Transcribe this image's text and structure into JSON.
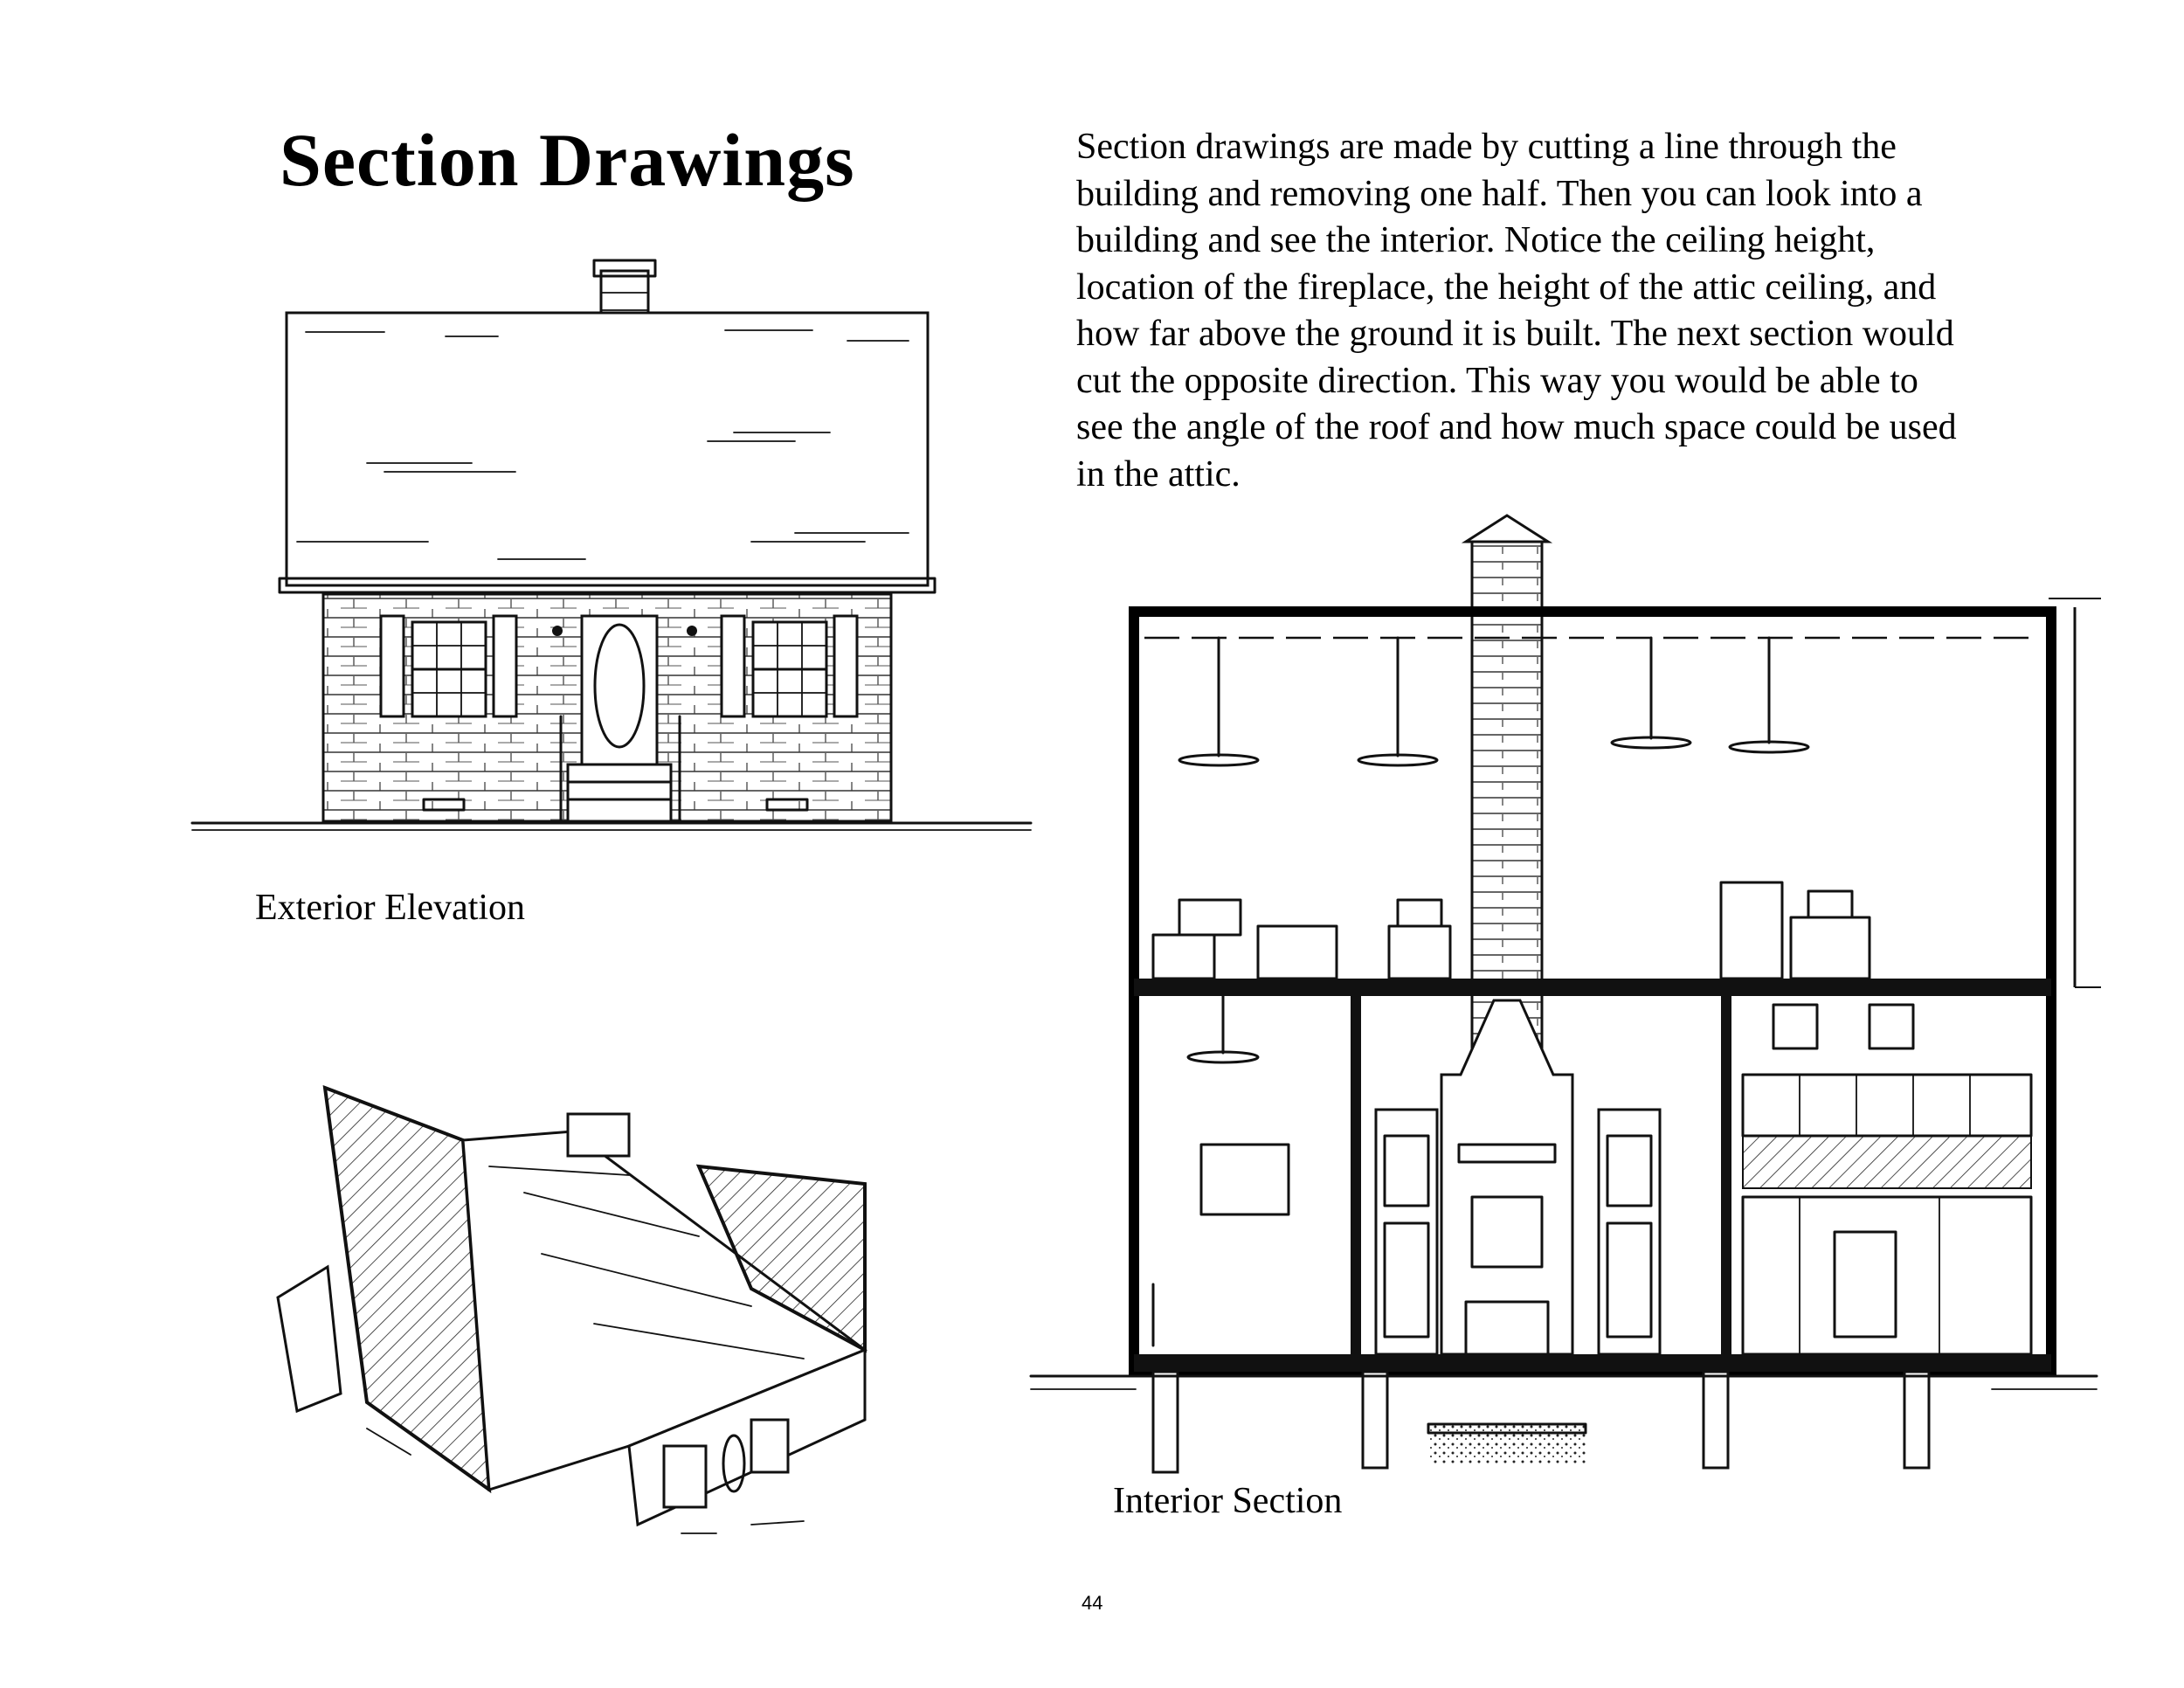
{
  "page": {
    "title": "Section Drawings",
    "body_text": "Section drawings are made by cutting a line through the building and removing one half. Then you can look into a building and see the interior. Notice the ceiling height, location of the fireplace, the height of the attic ceiling, and how far above the ground it is built. The next section would cut the opposite direction. This way you would be able to see the angle of the roof and how much space could be used in the attic.",
    "page_number": "44"
  },
  "figures": {
    "exterior_caption": "Exterior Elevation",
    "interior_caption": "Interior Section"
  }
}
